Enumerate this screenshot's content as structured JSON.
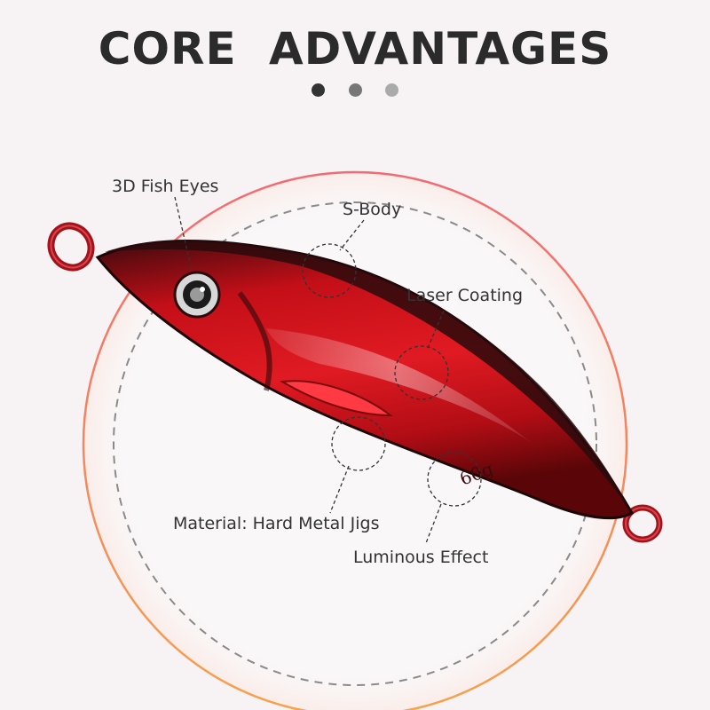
{
  "title": "CORE ADVANTAGES",
  "pagination": {
    "dots": [
      {
        "color": "#333333",
        "active": true
      },
      {
        "color": "#777777",
        "active": false
      },
      {
        "color": "#aaaaaa",
        "active": false
      }
    ]
  },
  "colors": {
    "background": "#f7f3f5",
    "ring_gradient_start": "#f06a6a",
    "ring_gradient_end": "#f6a04d",
    "lure_red": "#c8101a",
    "lure_dark": "#2a0a0c",
    "text": "#333333"
  },
  "callouts": {
    "eyes": "3D Fish Eyes",
    "body": "S-Body",
    "coating": "Laser Coating",
    "material": "Material: Hard Metal Jigs",
    "luminous": "Luminous Effect"
  },
  "lure": {
    "weight_marking": "60g"
  }
}
